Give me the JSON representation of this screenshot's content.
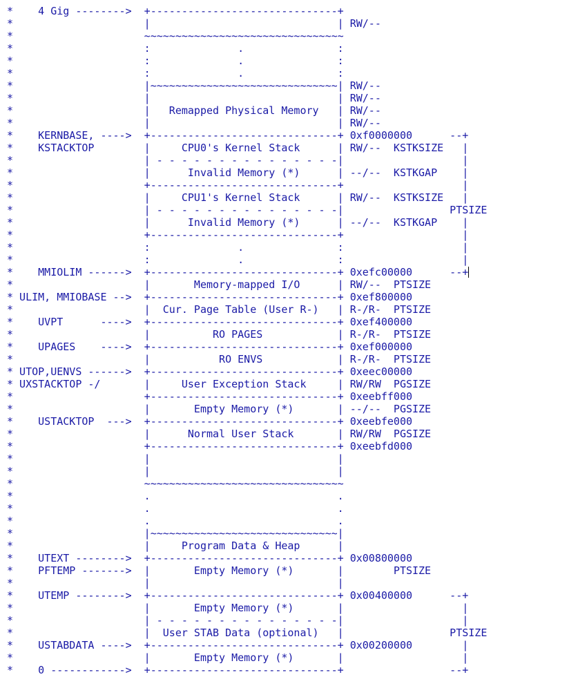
{
  "editor": {
    "text_color": "#1a1aa6",
    "background": "#ffffff",
    "lines": [
      "*    4 Gig -------->  +------------------------------+",
      "*                     |                              | RW/--",
      "*                     ~~~~~~~~~~~~~~~~~~~~~~~~~~~~~~~~",
      "*                     :              .               :",
      "*                     :              .               :",
      "*                     :              .               :",
      "*                     |~~~~~~~~~~~~~~~~~~~~~~~~~~~~~~| RW/--",
      "*                     |                              | RW/--",
      "*                     |   Remapped Physical Memory   | RW/--",
      "*                     |                              | RW/--",
      "*    KERNBASE, ---->  +------------------------------+ 0xf0000000      --+",
      "*    KSTACKTOP        |     CPU0's Kernel Stack      | RW/--  KSTKSIZE   |",
      "*                     | - - - - - - - - - - - - - - -|                   |",
      "*                     |      Invalid Memory (*)      | --/--  KSTKGAP    |",
      "*                     +------------------------------+                   |",
      "*                     |     CPU1's Kernel Stack      | RW/--  KSTKSIZE   |",
      "*                     | - - - - - - - - - - - - - - -|                 PTSIZE",
      "*                     |      Invalid Memory (*)      | --/--  KSTKGAP    |",
      "*                     +------------------------------+                   |",
      "*                     :              .               :                   |",
      "*                     :              .               :                   |",
      "*    MMIOLIM ------>  +------------------------------+ 0xefc00000      --+",
      "*                     |       Memory-mapped I/O      | RW/--  PTSIZE",
      "* ULIM, MMIOBASE -->  +------------------------------+ 0xef800000",
      "*                     |  Cur. Page Table (User R-)   | R-/R-  PTSIZE",
      "*    UVPT      ---->  +------------------------------+ 0xef400000",
      "*                     |          RO PAGES            | R-/R-  PTSIZE",
      "*    UPAGES    ---->  +------------------------------+ 0xef000000",
      "*                     |           RO ENVS            | R-/R-  PTSIZE",
      "* UTOP,UENVS ------>  +------------------------------+ 0xeec00000",
      "* UXSTACKTOP -/       |     User Exception Stack     | RW/RW  PGSIZE",
      "*                     +------------------------------+ 0xeebff000",
      "*                     |       Empty Memory (*)       | --/--  PGSIZE",
      "*    USTACKTOP  --->  +------------------------------+ 0xeebfe000",
      "*                     |      Normal User Stack       | RW/RW  PGSIZE",
      "*                     +------------------------------+ 0xeebfd000",
      "*                     |                              |",
      "*                     |                              |",
      "*                     ~~~~~~~~~~~~~~~~~~~~~~~~~~~~~~~~",
      "*                     .                              .",
      "*                     .                              .",
      "*                     .                              .",
      "*                     |~~~~~~~~~~~~~~~~~~~~~~~~~~~~~~|",
      "*                     |     Program Data & Heap      |",
      "*    UTEXT -------->  +------------------------------+ 0x00800000",
      "*    PFTEMP ------->  |       Empty Memory (*)       |        PTSIZE",
      "*                     |                              |",
      "*    UTEMP -------->  +------------------------------+ 0x00400000      --+",
      "*                     |       Empty Memory (*)       |                   |",
      "*                     | - - - - - - - - - - - - - - -|                   |",
      "*                     |  User STAB Data (optional)   |                 PTSIZE",
      "*    USTABDATA ---->  +------------------------------+ 0x00200000        |",
      "*                     |       Empty Memory (*)       |                   |",
      "*    0 ------------>  +------------------------------+                 --+"
    ]
  }
}
